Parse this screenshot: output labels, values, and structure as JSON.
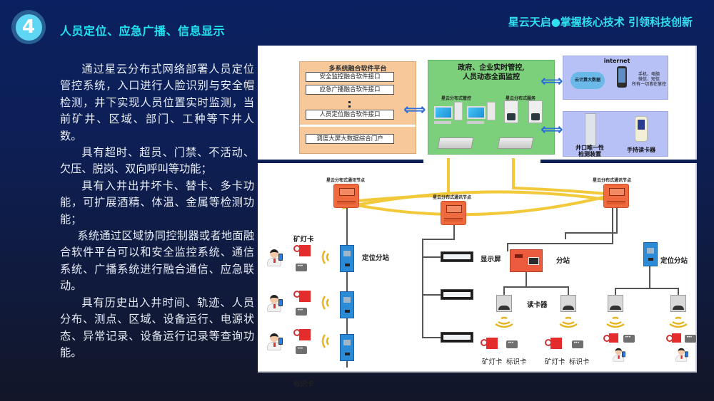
{
  "header": {
    "section_number": "4",
    "title": "人员定位、应急广播、信息显示",
    "slogan": "星云天启●掌握核心技术 引领科技创新"
  },
  "body_paragraphs": [
    "通过星云分布式网络部署人员定位管控系统，入口进行人脸识别与安全帽检测，井下实现人员位置实时监测，当前矿井、区域、部门、工种等下井人数。",
    "具有超时、超员、门禁、不活动、欠压、脱岗、双向呼叫等功能；",
    "具有入井出井坏卡、替卡、多卡功能，可扩展酒精、体温、金属等检测功能；",
    "系统通过区域协同控制器或者地面融合软件平台可以和安全监控系统、通信系统、广播系统进行融合通信、应急联动。",
    "具有历史出入井时间、轨迹、人员分布、测点、区域、设备运行、电源状态、异常记录、设备运行记录等查询功能。"
  ],
  "diagram": {
    "platform": {
      "title": "多系统融合软件平台",
      "interfaces": [
        "安全监控融合软件接口",
        "应急广播融合软件接口",
        "人员定位融合软件接口"
      ],
      "portal": "调度大屏大数据综合门户"
    },
    "control_center": {
      "title_line1": "政府、企业实时管控,",
      "title_line2": "人员动态全面监控",
      "left_label": "星云分布式管控",
      "right_label": "星云分布式服务"
    },
    "internet_panel": {
      "title": "internet",
      "cloud_label": "云计算大数据",
      "devices_line1": "手机、电脑",
      "devices_line2": "微信、短信",
      "devices_line3": "所有一切皆在掌控"
    },
    "devices_panel": {
      "gate_label_line1": "井口唯一性",
      "gate_label_line2": "检测装置",
      "handheld_label": "手持读卡器"
    },
    "node_label": "星云分布式通讯节点",
    "labels": {
      "lamp_card": "矿灯卡",
      "id_card": "标识卡",
      "positioning_station": "定位分站",
      "display_screen": "显示屏",
      "substation": "分站",
      "card_reader": "读卡器"
    }
  },
  "colors": {
    "title_cyan": "#1fe3f0",
    "badge_fill": "#5fd6f3",
    "background_top": "#0b2060",
    "platform_orange": "#f7c99a",
    "control_green": "#7dd07b",
    "panel_violet": "#b7c1f5",
    "ring_yellow": "#f2c93a",
    "node_orange": "#f06a3f",
    "station_blue": "#2b8bd6"
  }
}
